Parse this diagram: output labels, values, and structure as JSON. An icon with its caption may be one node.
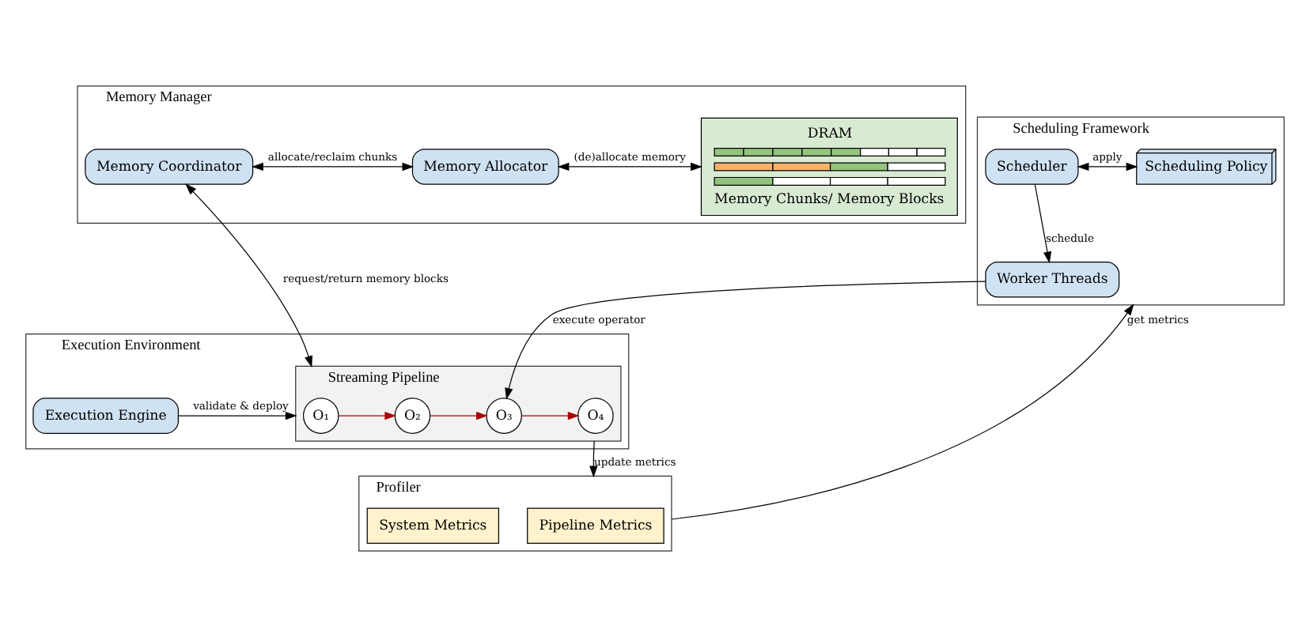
{
  "diagram": {
    "nodes": [
      {
        "text": [
          "Memory Manager"
        ]
      },
      {
        "text": [
          "Memory Coordinator"
        ],
        "in": 0
      },
      {
        "text": [
          "Memory Allocator"
        ],
        "in": 0
      },
      {
        "text": [
          "DRAM",
          "Memory Chunks/ Memory Blocks"
        ],
        "in": 0
      },
      {
        "text": [
          "Scheduling Framework"
        ]
      },
      {
        "text": [
          "Scheduler"
        ],
        "in": 4
      },
      {
        "text": [
          "Scheduling Policy"
        ],
        "in": 4
      },
      {
        "text": [
          "Worker Threads"
        ],
        "in": 4
      },
      {
        "text": [
          "Execution Environment"
        ]
      },
      {
        "text": [
          "Execution Engine"
        ],
        "in": 8
      },
      {
        "text": [
          "Streaming Pipeline"
        ],
        "in": 8
      },
      {
        "text": [
          "O₁"
        ],
        "in": 10
      },
      {
        "text": [
          "O₂"
        ],
        "in": 10
      },
      {
        "text": [
          "O₃"
        ],
        "in": 10
      },
      {
        "text": [
          "O₄"
        ],
        "in": 10
      },
      {
        "text": [
          "Profiler"
        ]
      },
      {
        "text": [
          "Pipeline Metrics"
        ],
        "in": 15
      },
      {
        "text": [
          "System Metrics"
        ],
        "in": 15
      }
    ],
    "edges": [
      {
        "from": 1,
        "to": 2,
        "arrow": "both",
        "label": "allocate/reclaim chunks"
      },
      {
        "from": 2,
        "to": 3,
        "arrow": "both",
        "label": "(de)allocate memory"
      },
      {
        "from": 1,
        "to": 10,
        "arrow": "both",
        "label": "request/return memory blocks"
      },
      {
        "from": 5,
        "to": 6,
        "arrow": "both",
        "label": "apply"
      },
      {
        "from": 5,
        "to": 7,
        "arrow": "to",
        "label": "schedule"
      },
      {
        "from": 7,
        "to": 13,
        "arrow": "to",
        "label": "execute operator"
      },
      {
        "from": 9,
        "to": 10,
        "arrow": "to",
        "label": "validate & deploy"
      },
      {
        "from": 10,
        "to": 15,
        "arrow": "to",
        "label": "update metrics"
      },
      {
        "from": 15,
        "to": 4,
        "arrow": "to",
        "label": "get metrics"
      },
      {
        "from": 11,
        "to": 12,
        "arrow": "to",
        "color": "#aa0000"
      },
      {
        "from": 12,
        "to": 13,
        "arrow": "to",
        "color": "#aa0000"
      },
      {
        "from": 13,
        "to": 14,
        "arrow": "to",
        "color": "#aa0000"
      }
    ]
  }
}
